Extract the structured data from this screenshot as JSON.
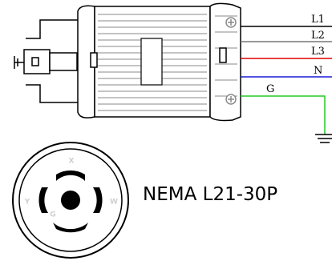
{
  "title": "NEMA L21-30P",
  "wires": [
    {
      "label": "L1",
      "color": "#000000"
    },
    {
      "label": "L2",
      "color": "#777777"
    },
    {
      "label": "L3",
      "color": "#e00000"
    },
    {
      "label": "N",
      "color": "#1a1ad8"
    },
    {
      "label": "G",
      "color": "#22cc22"
    }
  ],
  "pins": [
    "X",
    "Y",
    "W",
    "G"
  ]
}
